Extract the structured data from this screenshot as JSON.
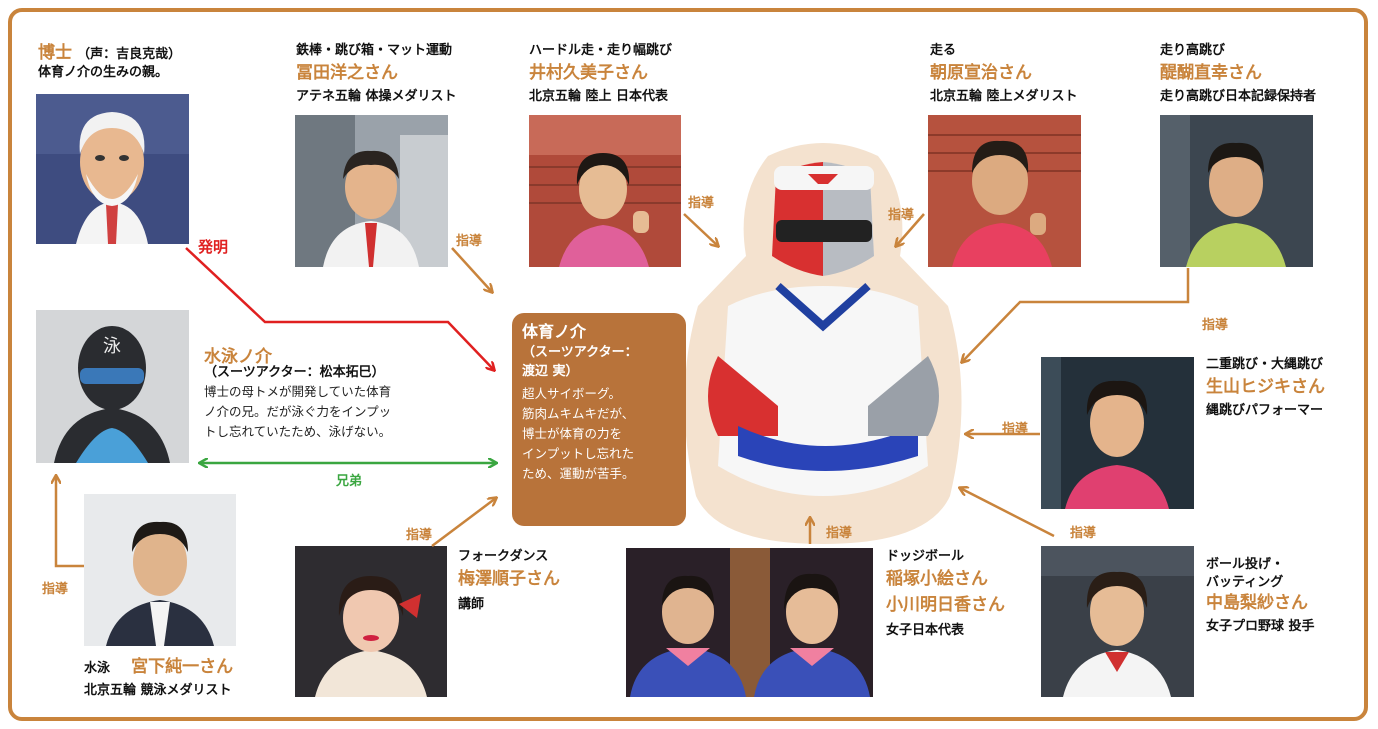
{
  "hakase": {
    "name": "博士",
    "voice": "（声：吉良克哉）",
    "desc": "体育ノ介の生みの親。",
    "arrow_label": "発明"
  },
  "suiei_nosuke": {
    "name": "水泳ノ介",
    "actor": "（スーツアクター：松本拓巳）",
    "desc_lines": [
      "博士の母トメが開発していた体育",
      "ノ介の兄。だが泳ぐ力をインプッ",
      "トし忘れていたため、泳げない。"
    ],
    "brother_label": "兄弟"
  },
  "taiiku_nosuke": {
    "name": "体育ノ介",
    "actor_line1": "（スーツアクター：",
    "actor_line2": "渡辺 実）",
    "desc_lines": [
      "超人サイボーグ。",
      "筋肉ムキムキだが、",
      "博士が体育の力を",
      "インプットし忘れた",
      "ため、運動が苦手。"
    ]
  },
  "coach_label": "指導",
  "coaches": [
    {
      "id": "tomita",
      "event": "鉄棒・跳び箱・マット運動",
      "name": "冨田洋之さん",
      "title": "アテネ五輪 体操メダリスト"
    },
    {
      "id": "imura",
      "event": "ハードル走・走り幅跳び",
      "name": "井村久美子さん",
      "title": "北京五輪 陸上 日本代表"
    },
    {
      "id": "asahara",
      "event": "走る",
      "name": "朝原宣治さん",
      "title": "北京五輪 陸上メダリスト"
    },
    {
      "id": "daigo",
      "event": "走り高跳び",
      "name": "醍醐直幸さん",
      "title": "走り高跳び日本記録保持者"
    },
    {
      "id": "ikuyama",
      "event": "二重跳び・大縄跳び",
      "name": "生山ヒジキさん",
      "title": "縄跳びパフォーマー"
    },
    {
      "id": "nakajima",
      "event_line1": "ボール投げ・",
      "event_line2": "バッティング",
      "name": "中島梨紗さん",
      "title": "女子プロ野球 投手"
    },
    {
      "id": "dodge",
      "event": "ドッジボール",
      "name1": "稲塚小絵さん",
      "name2": "小川明日香さん",
      "title": "女子日本代表"
    },
    {
      "id": "umezawa",
      "event": "フォークダンス",
      "name": "梅澤順子さん",
      "title": "講師"
    },
    {
      "id": "miyashita",
      "event": "水泳",
      "name": "宮下純一さん",
      "title": "北京五輪 競泳メダリスト"
    }
  ],
  "colors": {
    "accent": "#c9843c",
    "invent_arrow": "#e02020",
    "brother_arrow": "#3aa640",
    "center_box": "#b8733a"
  }
}
